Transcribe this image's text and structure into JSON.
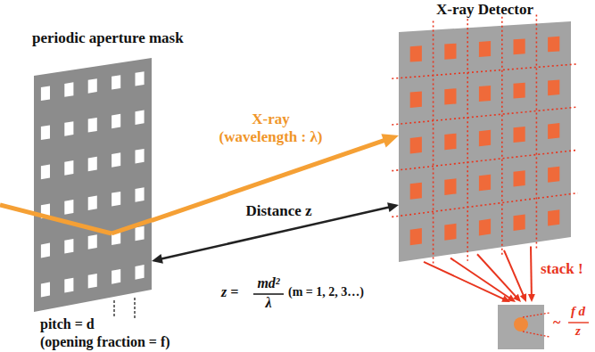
{
  "diagram": {
    "nodes": [
      {
        "text": [
          "periodic aperture mask"
        ]
      },
      {
        "text": [
          "X-ray Detector"
        ]
      }
    ],
    "edges": [
      {
        "from": 0,
        "to": 1,
        "arrow": "to",
        "label": "X-ray (wavelength : λ)"
      },
      {
        "from": 0,
        "to": 1,
        "arrow": "both",
        "label": "Distance z"
      }
    ],
    "labels": [
      "pitch = d",
      "(opening fraction = f)",
      "z =",
      "md²",
      "λ",
      "(m = 1, 2, 3…)",
      "stack !",
      "~",
      "f d",
      "z"
    ]
  }
}
